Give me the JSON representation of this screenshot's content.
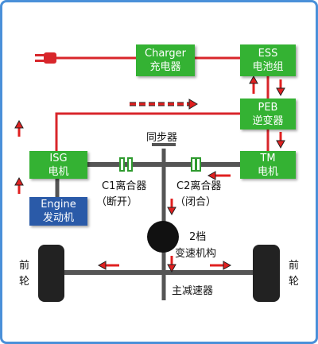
{
  "boxes": {
    "charger": {
      "line1": "Charger",
      "line2": "充电器"
    },
    "ess": {
      "line1": "ESS",
      "line2": "电池组"
    },
    "peb": {
      "line1": "PEB",
      "line2": "逆变器"
    },
    "isg": {
      "line1": "ISG",
      "line2": "电机"
    },
    "tm": {
      "line1": "TM",
      "line2": "电机"
    },
    "engine": {
      "line1": "Engine",
      "line2": "发动机"
    }
  },
  "labels": {
    "synchronizer": "同步器",
    "c1_line1": "C1离合器",
    "c1_line2": "（断开）",
    "c2_line1": "C2离合器",
    "c2_line2": "（闭合）",
    "gear_line1": "2档",
    "gear_line2": "变速机构",
    "final_drive": "主减速器",
    "front_wheel_left_1": "前",
    "front_wheel_left_2": "轮",
    "front_wheel_right_1": "前",
    "front_wheel_right_2": "轮"
  },
  "colors": {
    "green_box": "#34b233",
    "engine_box": "#2a5aa8",
    "power_line": "#d8262b",
    "shaft": "#555555",
    "frame": "#4a90d9"
  }
}
